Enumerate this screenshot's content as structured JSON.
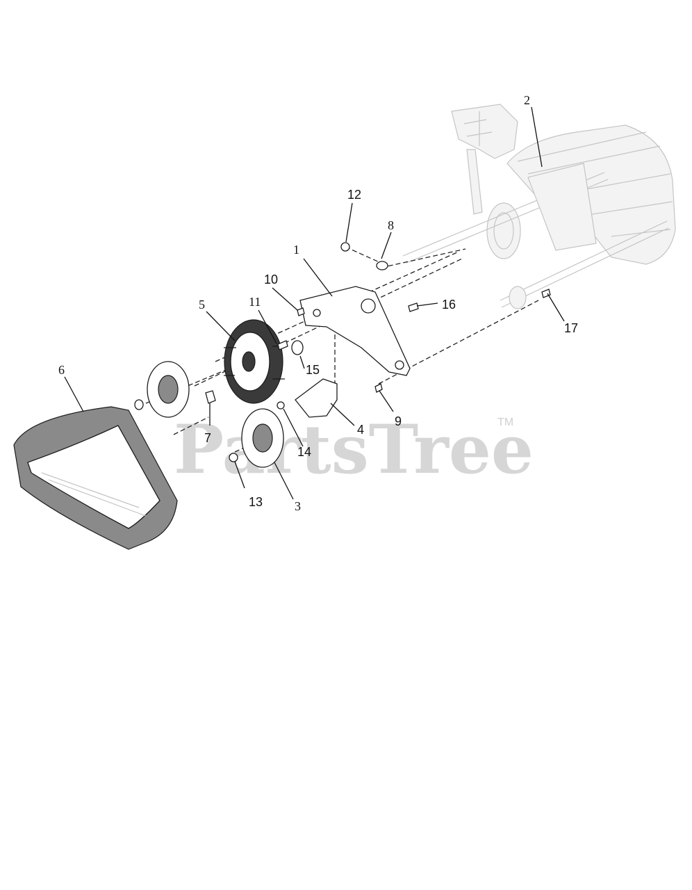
{
  "watermark": {
    "brand": "PartsTree",
    "trademark": "TM"
  },
  "callouts": {
    "c1": "1",
    "c2": "2",
    "c3": "3",
    "c4": "4",
    "c5": "5",
    "c6": "6",
    "c7": "7",
    "c8": "8",
    "c9": "9",
    "c10": "10",
    "c11": "11",
    "c12": "12",
    "c13": "13",
    "c14": "14",
    "c15": "15",
    "c16": "16",
    "c17": "17"
  }
}
